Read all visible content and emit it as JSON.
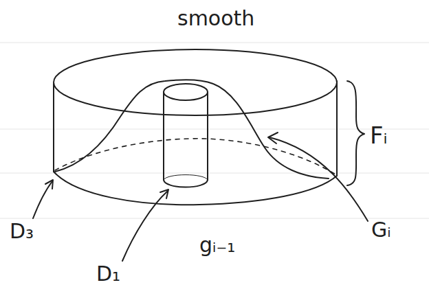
{
  "diagram": {
    "labels": [
      "smooth",
      "Fᵢ",
      "D₃",
      "D₁",
      "gᵢ₋₁",
      "Gᵢ"
    ]
  }
}
